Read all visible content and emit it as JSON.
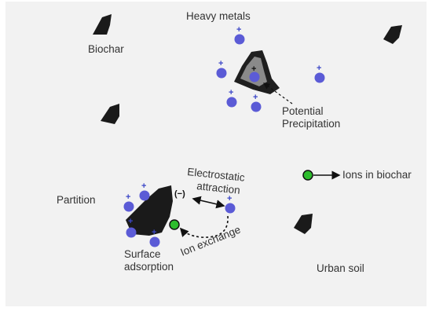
{
  "labels": {
    "heavy_metals": "Heavy metals",
    "biochar": "Biochar",
    "potential": "Potential",
    "precipitation": "Precipitation",
    "electrostatic": "Electrostatic",
    "attraction": "attraction",
    "ions_in_biochar": "Ions in biochar",
    "partition": "Partition",
    "ion_exchange": "Ion exchange",
    "surface": "Surface",
    "adsorption": "adsorption",
    "urban_soil": "Urban soil",
    "negative_charge": "(−)",
    "plus": "+"
  },
  "colors": {
    "panel": "#f2f2f2",
    "ion": "#5b5bd6",
    "ion_plus": "#3b46c7",
    "biochar_ion": "#2ebd2e",
    "biochar": "#1a1a1a",
    "precipitate": "#8a8a8a",
    "text": "#333333"
  }
}
